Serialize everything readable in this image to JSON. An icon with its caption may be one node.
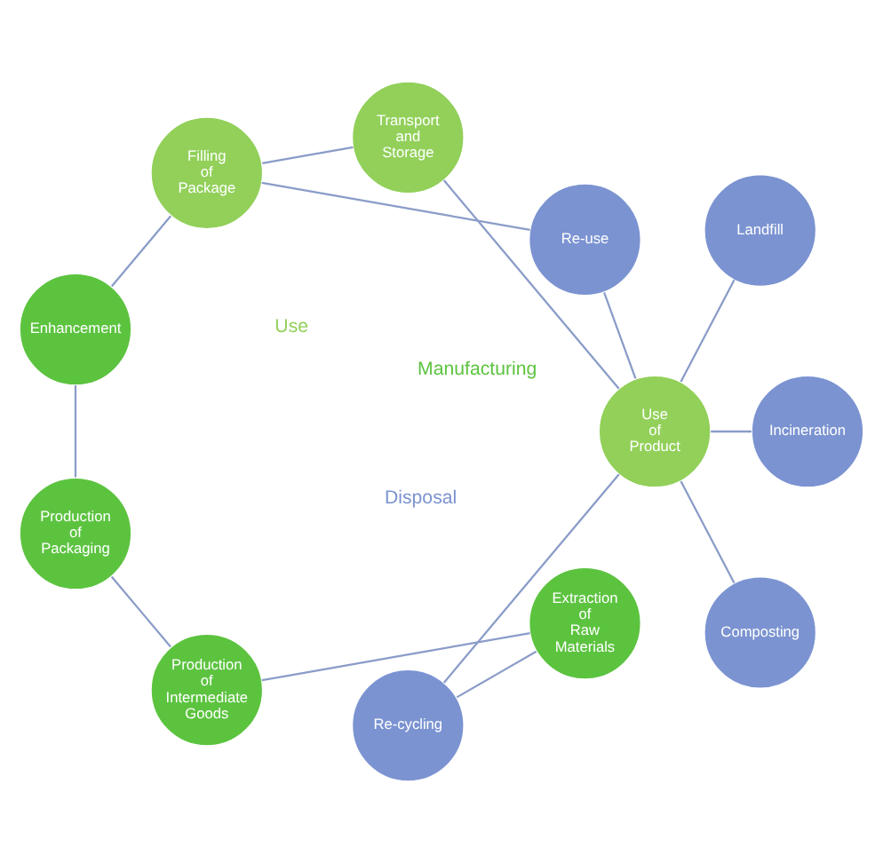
{
  "diagram": {
    "nodes": [
      {
        "text": [
          "Extraction of Raw Materials"
        ]
      },
      {
        "text": [
          "Production of Intermediate Goods"
        ]
      },
      {
        "text": [
          "Production of Packaging"
        ]
      },
      {
        "text": [
          "Enhancement"
        ]
      },
      {
        "text": [
          "Filling of Package"
        ]
      },
      {
        "text": [
          "Transport and Storage"
        ]
      },
      {
        "text": [
          "Use of Product"
        ]
      },
      {
        "text": [
          "Re-cycling"
        ]
      },
      {
        "text": [
          "Re-use"
        ]
      },
      {
        "text": [
          "Composting"
        ]
      },
      {
        "text": [
          "Incineration"
        ]
      },
      {
        "text": [
          "Landfill"
        ]
      }
    ],
    "edges": [
      {
        "from": 0,
        "to": 1,
        "arrow": "none"
      },
      {
        "from": 1,
        "to": 2,
        "arrow": "none"
      },
      {
        "from": 2,
        "to": 3,
        "arrow": "none"
      },
      {
        "from": 3,
        "to": 4,
        "arrow": "none"
      },
      {
        "from": 4,
        "to": 5,
        "arrow": "none"
      },
      {
        "from": 5,
        "to": 6,
        "arrow": "none"
      },
      {
        "from": 6,
        "to": 7,
        "arrow": "none"
      },
      {
        "from": 6,
        "to": 8,
        "arrow": "none"
      },
      {
        "from": 6,
        "to": 9,
        "arrow": "none"
      },
      {
        "from": 6,
        "to": 10,
        "arrow": "none"
      },
      {
        "from": 6,
        "to": 11,
        "arrow": "none"
      },
      {
        "from": 7,
        "to": 0,
        "arrow": "none"
      },
      {
        "from": 8,
        "to": 4,
        "arrow": "none"
      }
    ],
    "labels": [
      "Manufacturing",
      "Disposal",
      "Use"
    ]
  }
}
